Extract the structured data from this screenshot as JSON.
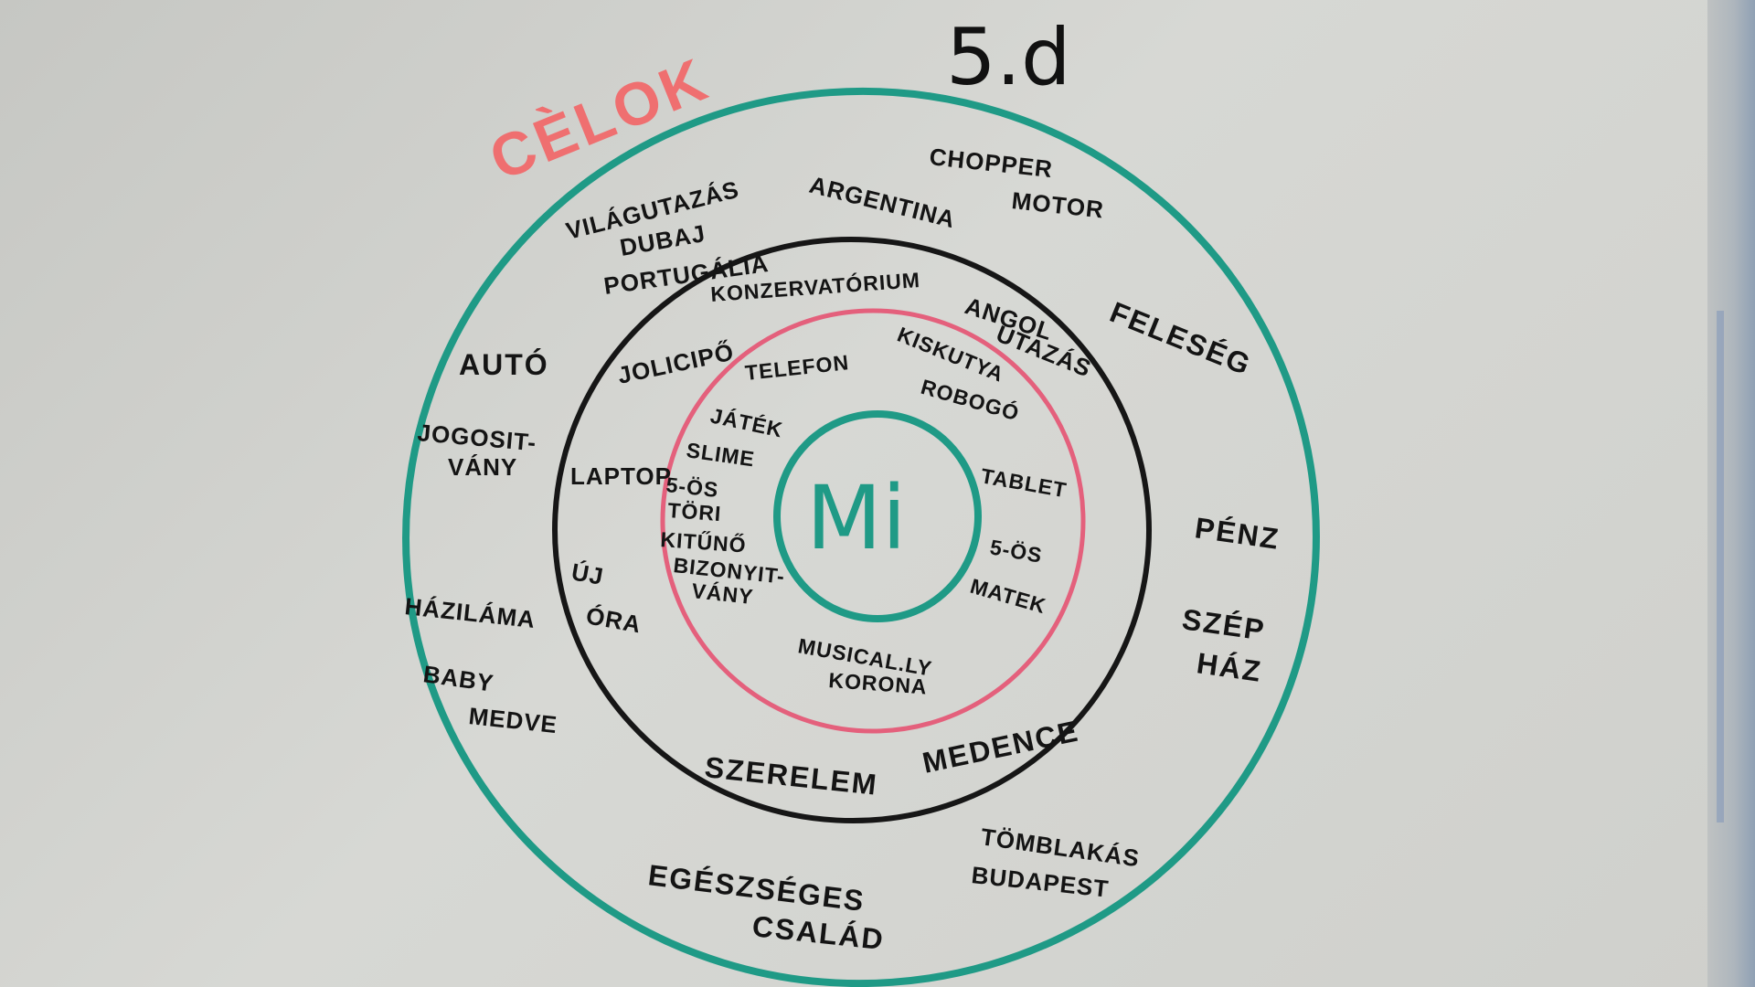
{
  "title": "CÈLOK",
  "class_label": "5.d",
  "center_label": "Mi",
  "colors": {
    "paper": "#d3d4d0",
    "outer_ring": "#1f9a86",
    "middle_ring": "#161616",
    "inner_ring": "#e4607c",
    "center_ring": "#1f9a86",
    "title": "#ef6f70",
    "ink": "#141414"
  },
  "outer_ring_words": [
    "VILÁGUTAZÁS",
    "DUBAJ",
    "PORTUGÁLIA",
    "ARGENTINA",
    "CHOPPER",
    "MOTOR",
    "FELESÉG",
    "AUTÓ",
    "JOGOSIT-",
    "VÁNY",
    "PÉNZ",
    "SZÉP",
    "HÁZ",
    "HÁZILÁMA",
    "BABY",
    "MEDVE",
    "TÖMBLAKÁS",
    "BUDAPEST",
    "EGÉSZSÉGES",
    "CSALÁD"
  ],
  "middle_ring_words": [
    "KONZERVATÓRIUM",
    "ANGOL",
    "UTAZÁS",
    "JOLICIPŐ",
    "LAPTOP",
    "ÚJ",
    "ÓRA",
    "MEDENCE",
    "SZERELEM"
  ],
  "inner_ring_words": [
    "TELEFON",
    "KISKUTYA",
    "ROBOGÓ",
    "JÁTÉK",
    "SLIME",
    "TABLET",
    "5-ÖS",
    "TÖRI",
    "KITŰNŐ",
    "BIZONYIT-",
    "VÁNY",
    "5-ÖS",
    "MATEK",
    "MUSICAL.LY",
    "KORONA"
  ]
}
